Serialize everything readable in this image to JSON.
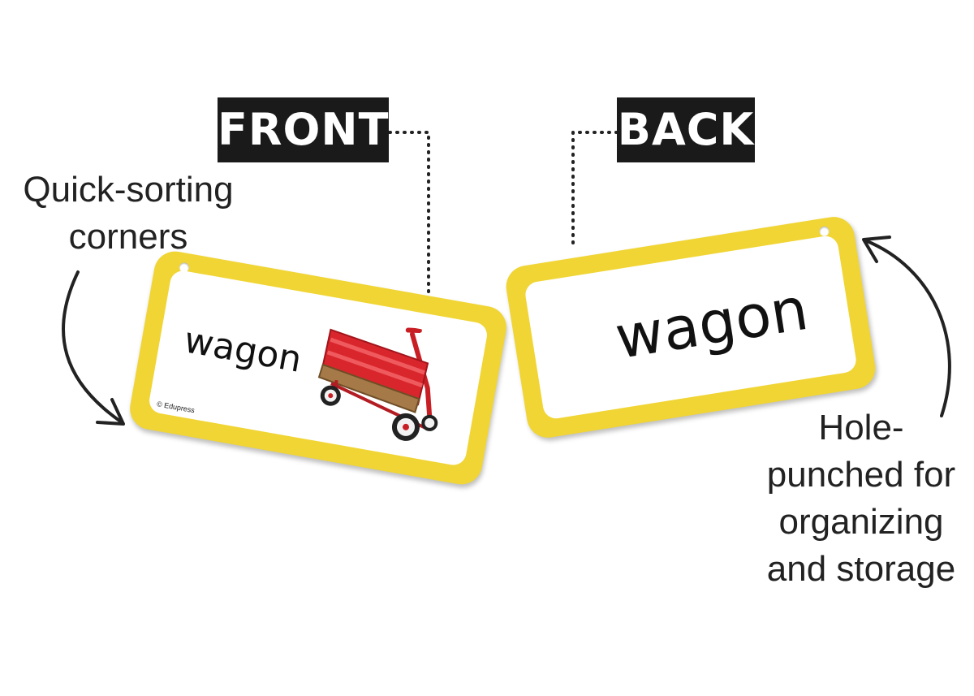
{
  "labels": {
    "front": "FRONT",
    "back": "BACK"
  },
  "callouts": {
    "left": [
      "Quick-sorting",
      "corners"
    ],
    "right": [
      "Hole-",
      "punched for",
      "organizing",
      "and storage"
    ]
  },
  "cards": {
    "front": {
      "word": "wagon",
      "copyright": "© Edupress"
    },
    "back": {
      "word": "wagon"
    }
  },
  "colors": {
    "card_border": "#f0d534",
    "label_bg": "#1a1a1a",
    "wagon_red": "#d9262c"
  }
}
